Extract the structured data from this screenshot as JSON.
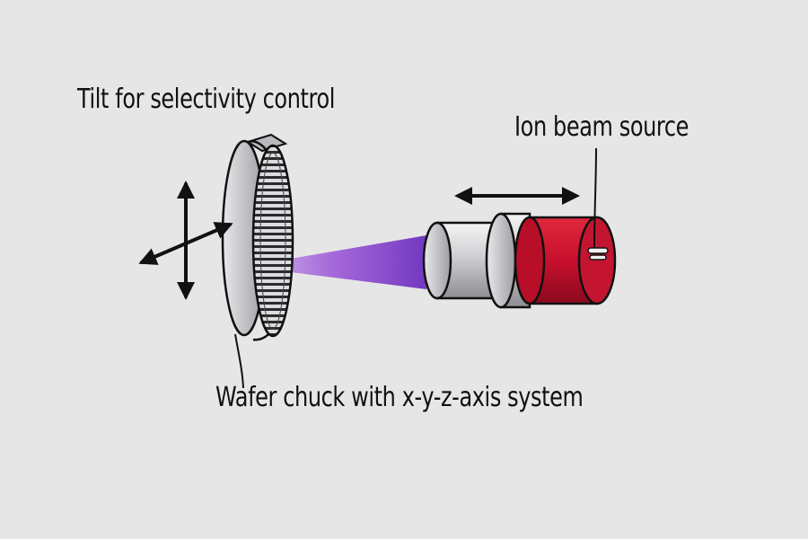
{
  "labels": {
    "tilt": "Tilt for selectivity control",
    "ion_source": "Ion beam source",
    "wafer_chuck": "Wafer chuck with x-y-z-axis system"
  },
  "colors": {
    "background": "#e6e6e6",
    "beam": "#8a3fc4",
    "source_red": "#c8102e",
    "metal": "#c9c9cb",
    "outline": "#111111"
  },
  "icons": {
    "move_arrows": "four-way-arrow",
    "horizontal_arrow": "double-headed-arrow"
  }
}
